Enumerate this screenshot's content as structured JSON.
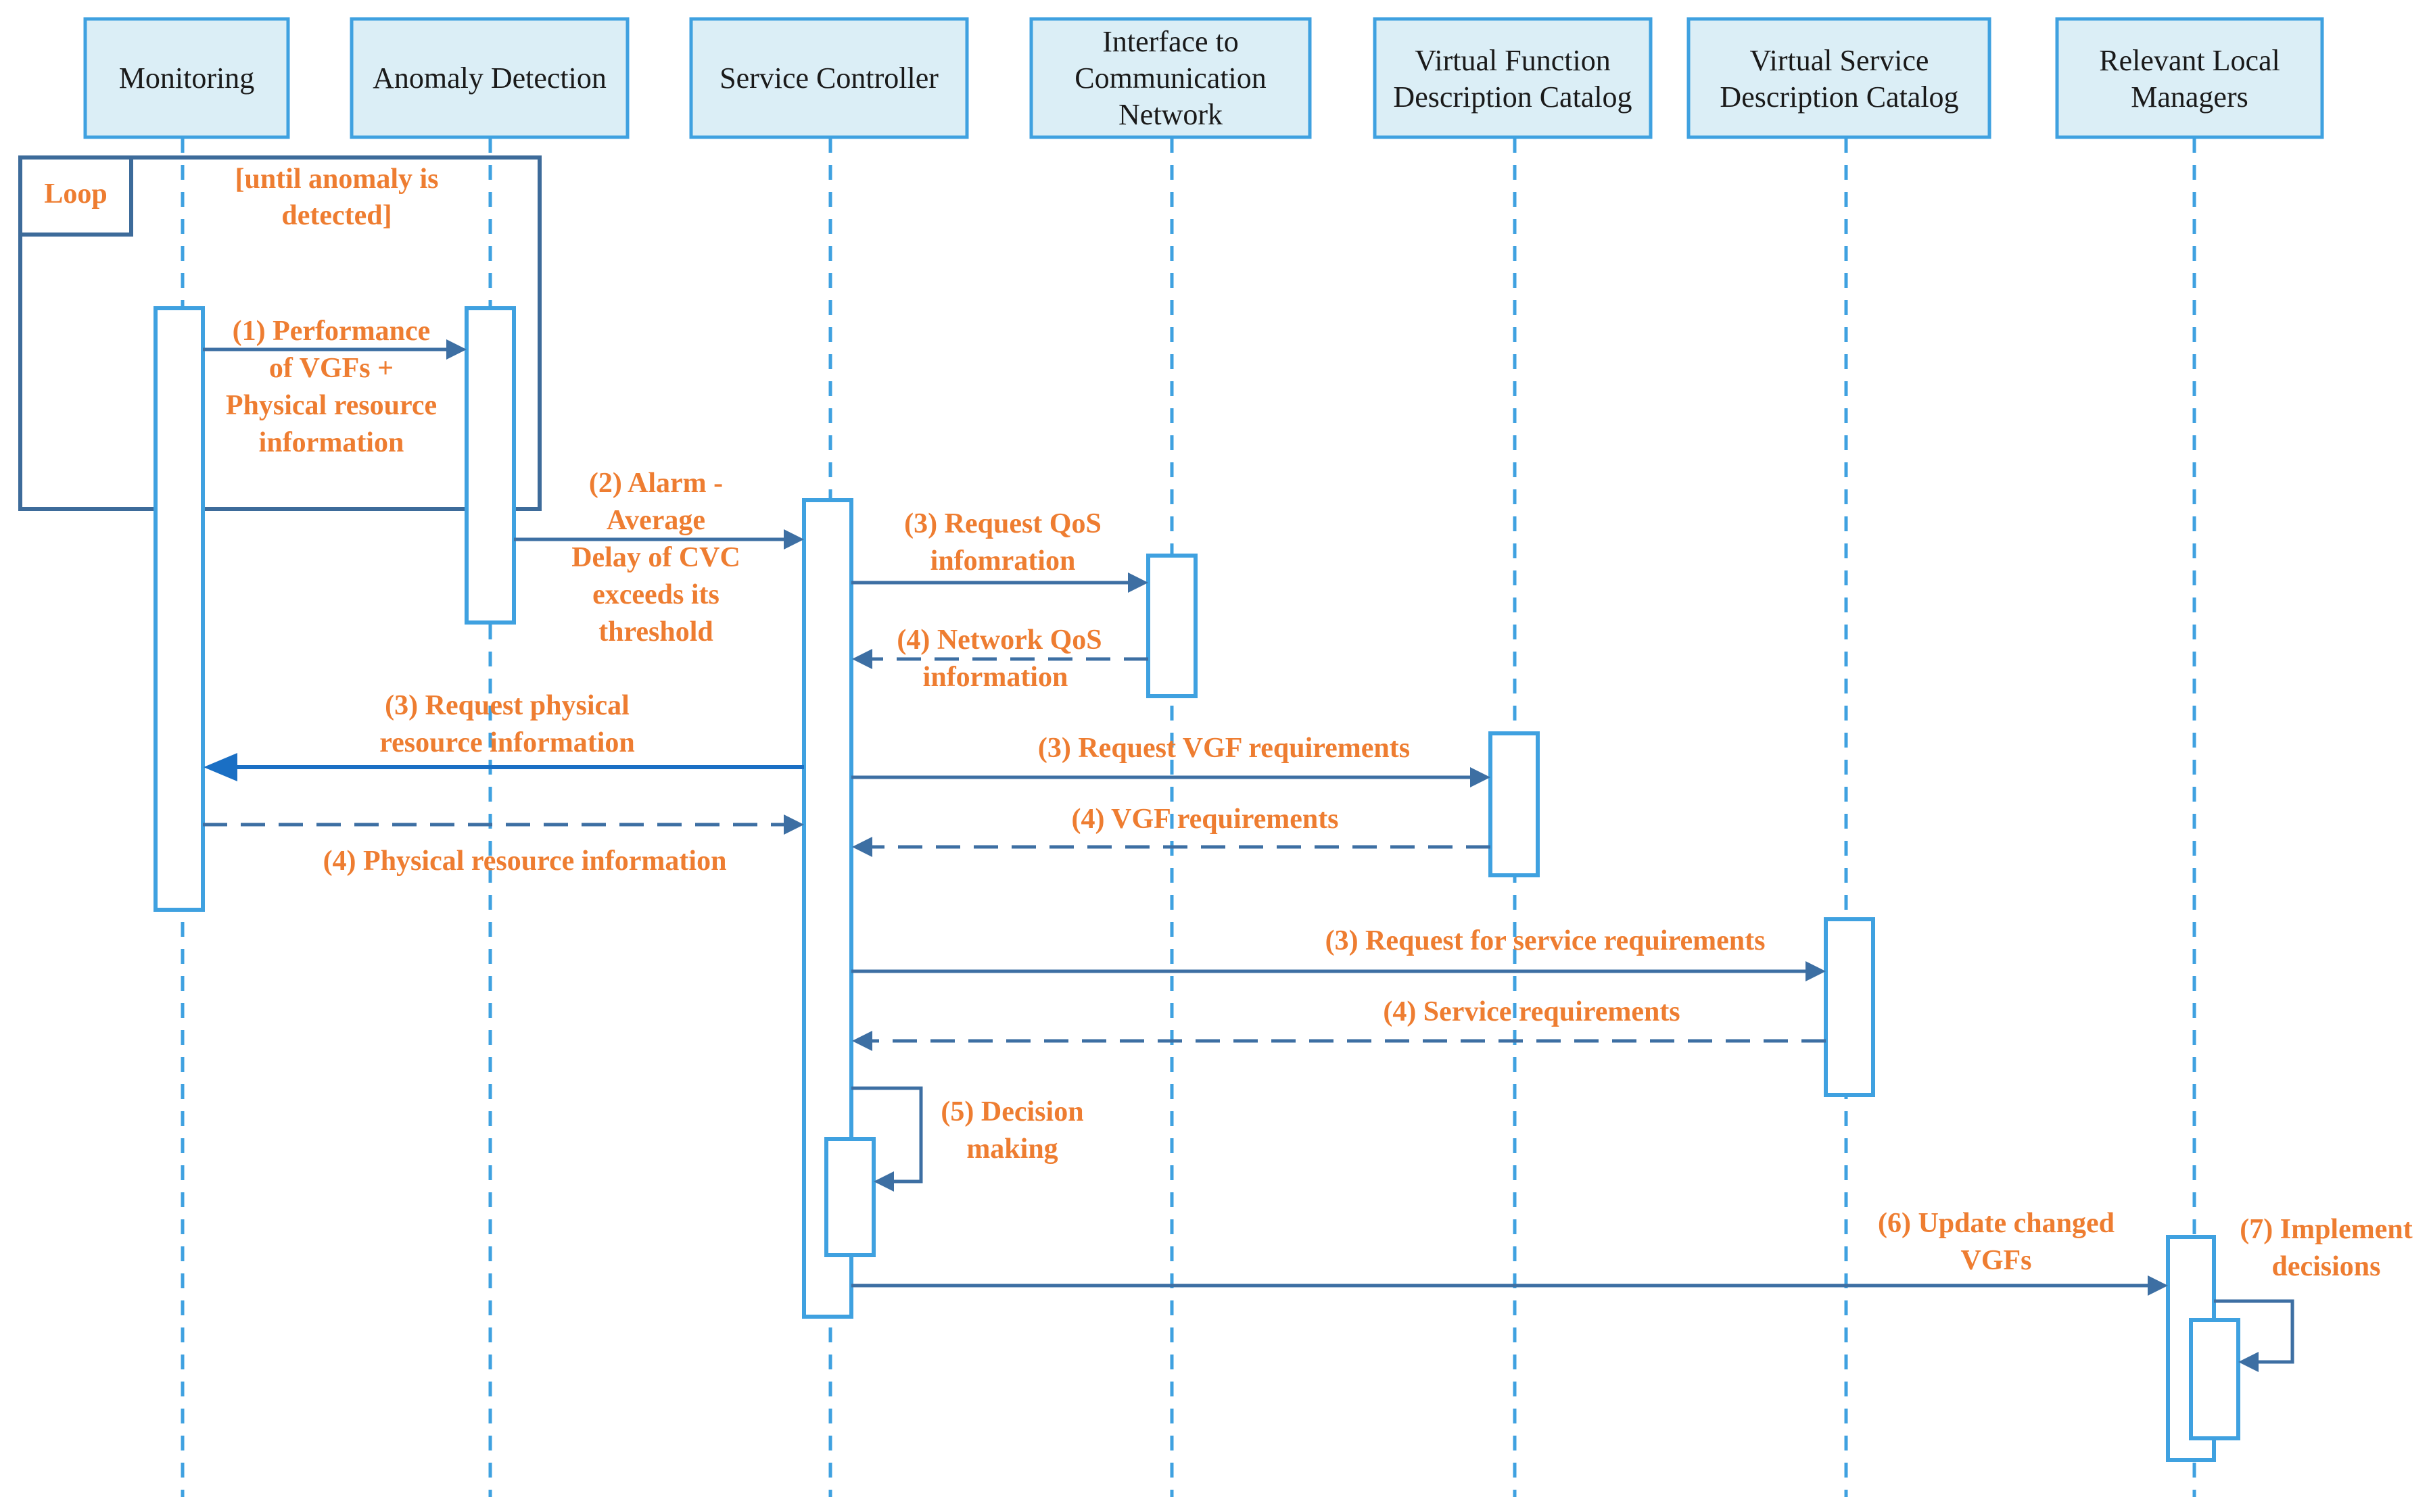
{
  "participants": [
    {
      "id": "mon",
      "lines": [
        "Monitoring"
      ]
    },
    {
      "id": "ad",
      "lines": [
        "Anomaly Detection"
      ]
    },
    {
      "id": "sc",
      "lines": [
        "Service Controller"
      ]
    },
    {
      "id": "icn",
      "lines": [
        "Interface to",
        "Communication",
        "Network"
      ]
    },
    {
      "id": "vfdc",
      "lines": [
        "Virtual Function",
        "Description Catalog"
      ]
    },
    {
      "id": "vsdc",
      "lines": [
        "Virtual Service",
        "Description Catalog"
      ]
    },
    {
      "id": "rlm",
      "lines": [
        "Relevant Local",
        "Managers"
      ]
    }
  ],
  "loop": {
    "tag": "Loop",
    "condition": [
      "[until anomaly is",
      "detected]"
    ]
  },
  "messages": [
    {
      "id": "m1",
      "from": "mon",
      "to": "ad",
      "style": "solid",
      "lines": [
        "(1) Performance",
        "of VGFs +",
        "Physical resource",
        "information"
      ]
    },
    {
      "id": "m2",
      "from": "ad",
      "to": "sc",
      "style": "solid",
      "lines": [
        "(2) Alarm -",
        "Average",
        "Delay of CVC",
        "exceeds its",
        "threshold"
      ]
    },
    {
      "id": "m3a",
      "from": "sc",
      "to": "icn",
      "style": "solid",
      "lines": [
        "(3) Request QoS",
        "infomration"
      ]
    },
    {
      "id": "m4a",
      "from": "icn",
      "to": "sc",
      "style": "dashed",
      "lines": [
        "(4) Network QoS",
        "information"
      ]
    },
    {
      "id": "m3b",
      "from": "sc",
      "to": "mon",
      "style": "solid",
      "lines": [
        "(3) Request physical",
        "resource information"
      ]
    },
    {
      "id": "m3c",
      "from": "sc",
      "to": "vfdc",
      "style": "solid",
      "lines": [
        "(3) Request VGF requirements"
      ]
    },
    {
      "id": "m4b",
      "from": "mon",
      "to": "sc",
      "style": "dashed",
      "lines": [
        "(4) Physical resource information"
      ]
    },
    {
      "id": "m4c",
      "from": "vfdc",
      "to": "sc",
      "style": "dashed",
      "lines": [
        "(4) VGF requirements"
      ]
    },
    {
      "id": "m3d",
      "from": "sc",
      "to": "vsdc",
      "style": "solid",
      "lines": [
        "(3) Request for service requirements"
      ]
    },
    {
      "id": "m4d",
      "from": "vsdc",
      "to": "sc",
      "style": "dashed",
      "lines": [
        "(4) Service requirements"
      ]
    },
    {
      "id": "m5",
      "from": "sc",
      "to": "sc",
      "style": "self",
      "lines": [
        "(5) Decision",
        "making"
      ]
    },
    {
      "id": "m6",
      "from": "sc",
      "to": "rlm",
      "style": "solid",
      "lines": [
        "(6) Update changed",
        "VGFs"
      ]
    },
    {
      "id": "m7",
      "from": "rlm",
      "to": "rlm",
      "style": "self",
      "lines": [
        "(7) Implement",
        "decisions"
      ]
    }
  ]
}
